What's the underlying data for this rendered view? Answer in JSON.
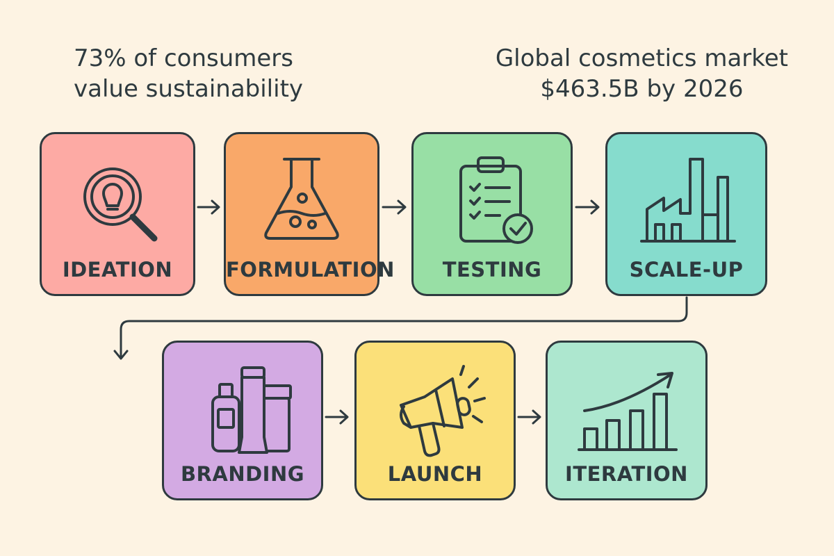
{
  "stats": {
    "left": {
      "line1": "73% of consumers",
      "line2": "value sustainability"
    },
    "right": {
      "line1": "Global cosmetics market",
      "line2": "$463.5B by 2026"
    }
  },
  "stages": [
    {
      "label": "IDEATION",
      "icon": "lightbulb-magnifier-icon",
      "color": "#fdaaa4"
    },
    {
      "label": "FORMULATION",
      "icon": "flask-icon",
      "color": "#f9a869"
    },
    {
      "label": "TESTING",
      "icon": "clipboard-check-icon",
      "color": "#98dfa5"
    },
    {
      "label": "SCALE-UP",
      "icon": "factory-icon",
      "color": "#86dccd"
    },
    {
      "label": "BRANDING",
      "icon": "cosmetic-products-icon",
      "color": "#d3aae3"
    },
    {
      "label": "LAUNCH",
      "icon": "megaphone-icon",
      "color": "#fbe079"
    },
    {
      "label": "ITERATION",
      "icon": "growth-chart-icon",
      "color": "#ade7cf"
    }
  ],
  "colors": {
    "background": "#fdf3e3",
    "stroke": "#2e3a3f"
  }
}
